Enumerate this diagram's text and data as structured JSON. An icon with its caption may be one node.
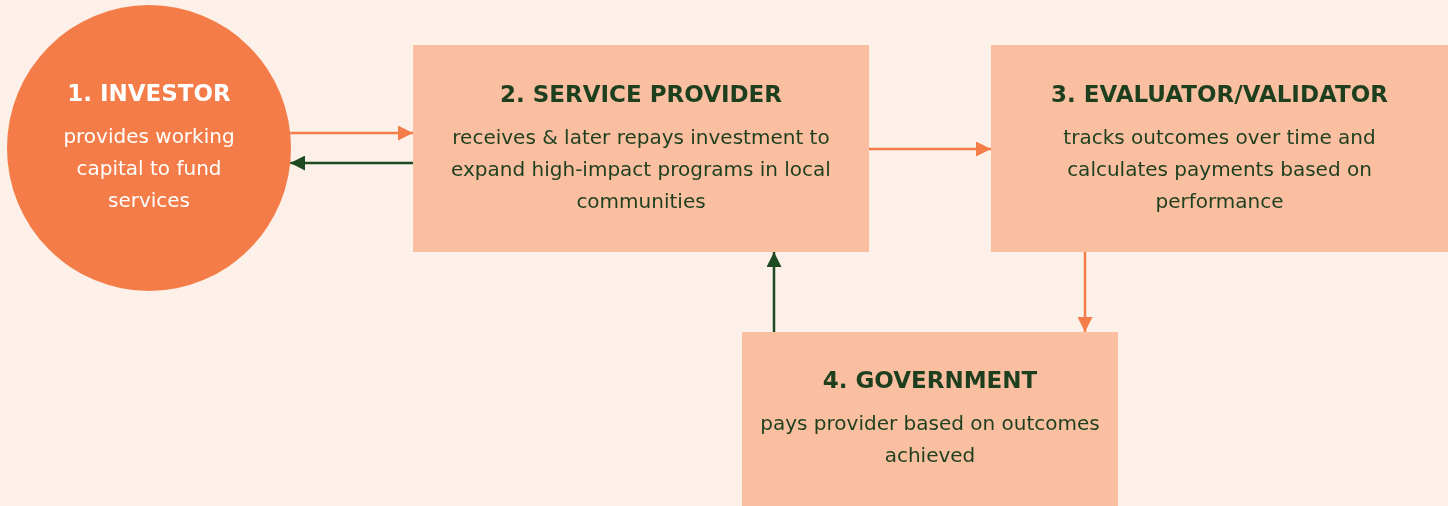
{
  "diagram": {
    "nodes": [
      {
        "text": [
          "1. INVESTOR",
          "provides working capital to fund services"
        ]
      },
      {
        "text": [
          "2. SERVICE PROVIDER",
          "receives & later repays investment to expand high-impact programs in local communities"
        ]
      },
      {
        "text": [
          "3. EVALUATOR/VALIDATOR",
          "tracks outcomes over time and calculates payments based on performance"
        ]
      },
      {
        "text": [
          "4. GOVERNMENT",
          "pays provider based on outcomes achieved"
        ]
      }
    ],
    "edges": [
      {
        "from": 0,
        "to": 1,
        "arrow": "to"
      },
      {
        "from": 1,
        "to": 0,
        "arrow": "to",
        "color": "#1e4a22"
      },
      {
        "from": 1,
        "to": 2,
        "arrow": "to"
      },
      {
        "from": 2,
        "to": 3,
        "arrow": "to"
      },
      {
        "from": 3,
        "to": 1,
        "arrow": "to",
        "color": "#1e4a22"
      }
    ]
  }
}
